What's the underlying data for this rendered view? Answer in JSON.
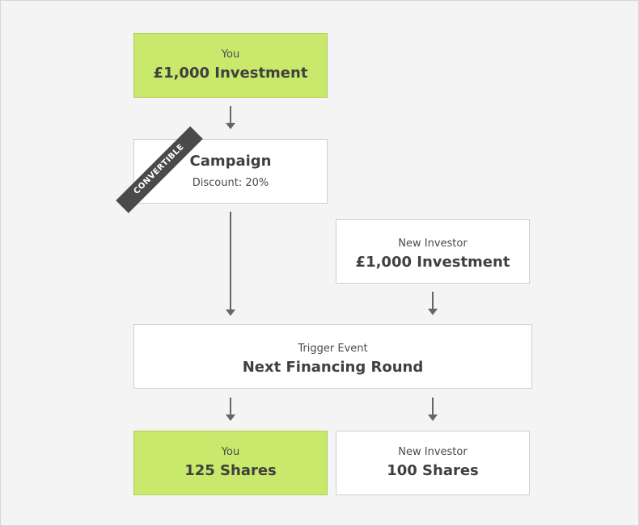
{
  "you_investment": {
    "label": "You",
    "value": "£1,000 Investment"
  },
  "campaign": {
    "title": "Campaign",
    "discount": "Discount: 20%",
    "ribbon": "CONVERTIBLE"
  },
  "new_investor_investment": {
    "label": "New Investor",
    "value": "£1,000 Investment"
  },
  "trigger": {
    "label": "Trigger Event",
    "value": "Next Financing Round"
  },
  "you_shares": {
    "label": "You",
    "value": "125 Shares"
  },
  "new_investor_shares": {
    "label": "New Investor",
    "value": "100 Shares"
  },
  "colors": {
    "highlight": "#c8e96b",
    "box": "#ffffff",
    "background": "#f4f4f4",
    "ribbon": "#4a4a4a",
    "arrow": "#666666"
  }
}
